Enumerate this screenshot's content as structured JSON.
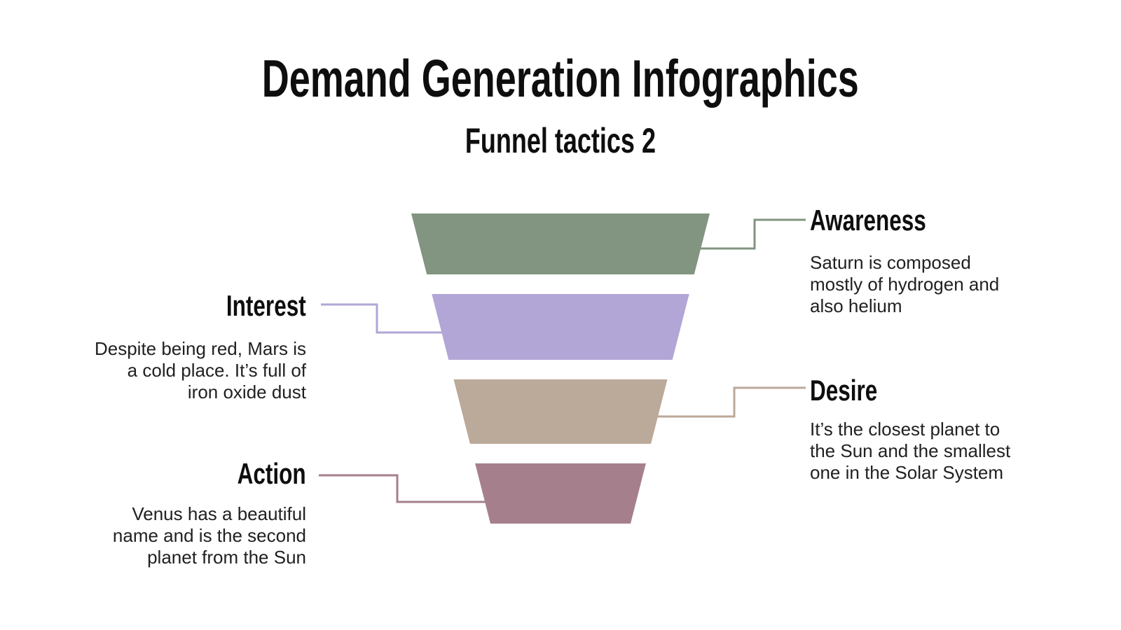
{
  "title": "Demand Generation Infographics",
  "subtitle": "Funnel tactics 2",
  "colors": {
    "background": "#ffffff",
    "heading_text": "#0e0e0e",
    "body_text": "#212121"
  },
  "stages": [
    {
      "id": "awareness",
      "label": "Awareness",
      "description": "Saturn is composed\nmostly of hydrogen and\nalso helium",
      "color": "#819580",
      "side": "right"
    },
    {
      "id": "interest",
      "label": "Interest",
      "description": "Despite being red, Mars is\na cold place. It’s full of\niron oxide dust",
      "color": "#b2a6d6",
      "side": "left"
    },
    {
      "id": "desire",
      "label": "Desire",
      "description": "It’s the closest planet to\nthe Sun and the smallest\none in the Solar System",
      "color": "#bba99a",
      "side": "right"
    },
    {
      "id": "action",
      "label": "Action",
      "description": "Venus has a beautiful\nname and is the second\nplanet from the Sun",
      "color": "#a67f8d",
      "side": "left"
    }
  ]
}
